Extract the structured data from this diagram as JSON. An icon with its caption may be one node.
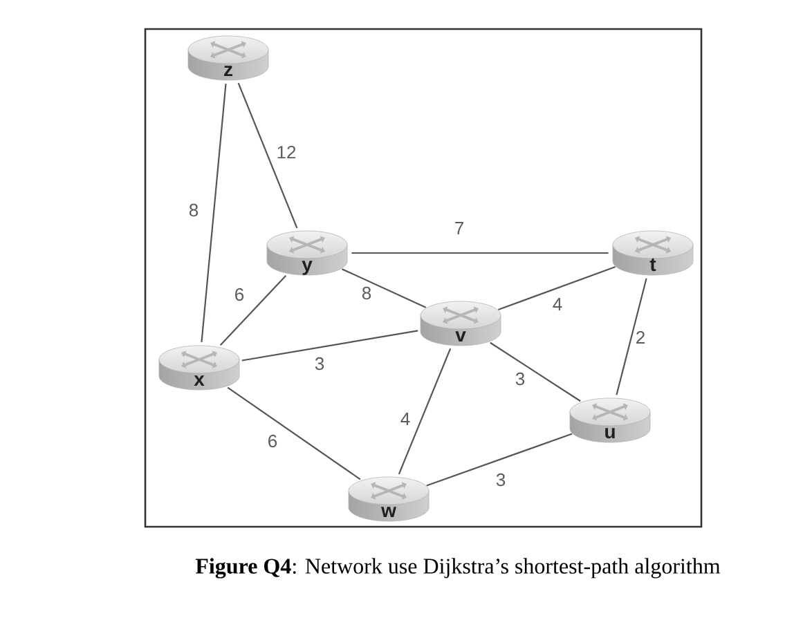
{
  "diagram": {
    "caption": "**Figure Q4**: Network use Dijkstra’s shortest-path algorithm",
    "nodes": [
      {
        "text": [
          "z"
        ]
      },
      {
        "text": [
          "y"
        ]
      },
      {
        "text": [
          "t"
        ]
      },
      {
        "text": [
          "v"
        ]
      },
      {
        "text": [
          "x"
        ]
      },
      {
        "text": [
          "u"
        ]
      },
      {
        "text": [
          "w"
        ]
      }
    ],
    "edges": [
      {
        "from": 0,
        "to": 1,
        "arrow": "none",
        "label": "12"
      },
      {
        "from": 0,
        "to": 4,
        "arrow": "none",
        "label": "8"
      },
      {
        "from": 1,
        "to": 2,
        "arrow": "none",
        "label": "7"
      },
      {
        "from": 1,
        "to": 4,
        "arrow": "none",
        "label": "6"
      },
      {
        "from": 1,
        "to": 3,
        "arrow": "none",
        "label": "8"
      },
      {
        "from": 2,
        "to": 3,
        "arrow": "none",
        "label": "4"
      },
      {
        "from": 2,
        "to": 5,
        "arrow": "none",
        "label": "2"
      },
      {
        "from": 4,
        "to": 3,
        "arrow": "none",
        "label": "3"
      },
      {
        "from": 3,
        "to": 5,
        "arrow": "none",
        "label": "3"
      },
      {
        "from": 4,
        "to": 6,
        "arrow": "none",
        "label": "6"
      },
      {
        "from": 3,
        "to": 6,
        "arrow": "none",
        "label": "4"
      },
      {
        "from": 6,
        "to": 5,
        "arrow": "none",
        "label": "3"
      }
    ]
  }
}
